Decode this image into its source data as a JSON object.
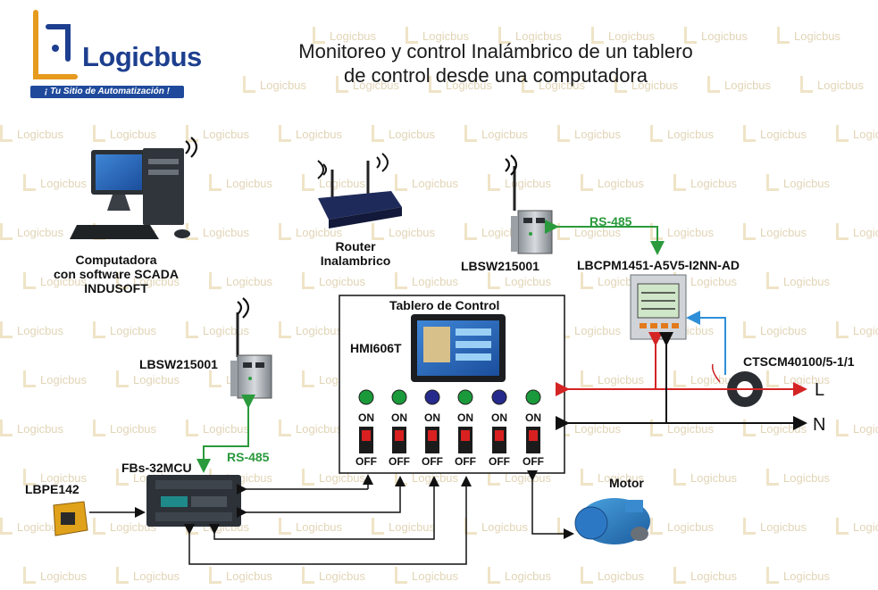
{
  "brand": {
    "name": "Logicbus",
    "tagline": "¡ Tu Sitio de Automatización !",
    "watermark": "Logicbus",
    "color_blue": "#1d3f8f",
    "color_orange": "#e69a1e"
  },
  "title": {
    "line1": "Monitoreo y control Inalámbrico de un tablero",
    "line2": "de control desde una computadora"
  },
  "devices": {
    "computer": {
      "line1": "Computadora",
      "line2": "con software SCADA",
      "line3": "INDUSOFT"
    },
    "router": {
      "line1": "Router",
      "line2": "Inalambrico"
    },
    "lbsw_top": "LBSW215001",
    "lbsw_left": "LBSW215001",
    "power_meter": "LBCPM1451-A5V5-I2NN-AD",
    "current_transformer": "CTSCM40100/5-1/1",
    "control_panel": "Tablero de Control",
    "hmi": "HMI606T",
    "plc": "FBs-32MCU",
    "sensor": "LBPE142",
    "motor": "Motor"
  },
  "links": {
    "rs485_top": "RS-485",
    "rs485_left": "RS-485"
  },
  "lines": {
    "L": "L",
    "N": "N"
  },
  "panel": {
    "on_label": "ON",
    "off_label": "OFF",
    "lamps": [
      {
        "color": "#1a9a3a"
      },
      {
        "color": "#1a9a3a"
      },
      {
        "color": "#262a8c"
      },
      {
        "color": "#1a9a3a"
      },
      {
        "color": "#262a8c"
      },
      {
        "color": "#1a9a3a"
      }
    ]
  },
  "colors": {
    "rs485": "#2a9a3c",
    "phase_red": "#d42424",
    "signal_blue": "#2e8fd8",
    "wire_black": "#111111"
  }
}
